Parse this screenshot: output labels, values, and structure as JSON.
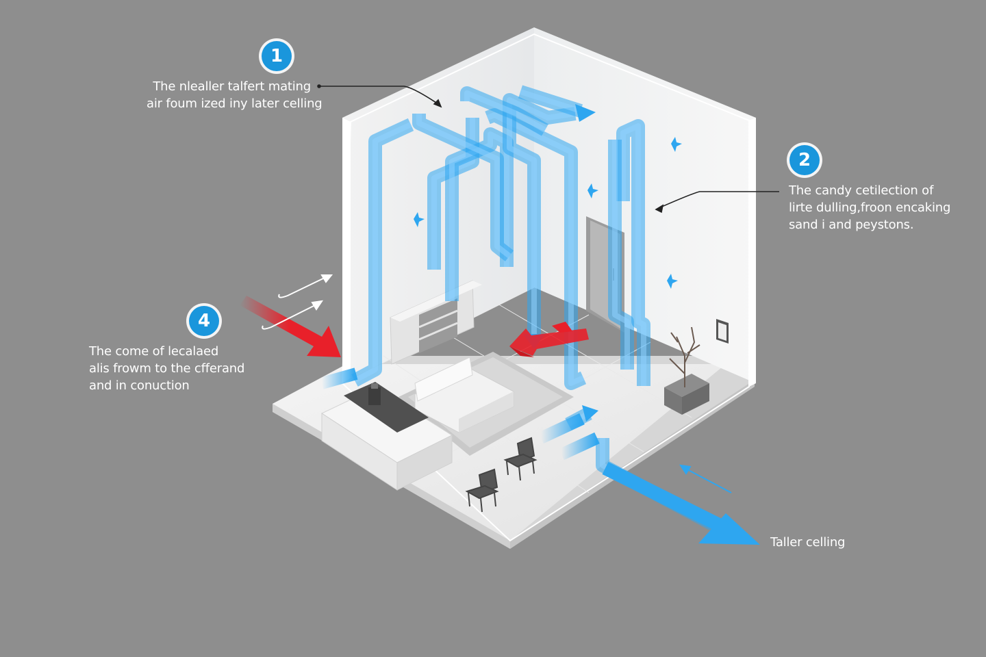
{
  "callouts": [
    {
      "number": "1",
      "lines": [
        "The nlealler talfert mating",
        "air foum ized iny later celling"
      ]
    },
    {
      "number": "2",
      "lines": [
        "The candy cetilection of",
        "lirte dulling,froon encaking",
        "sand i and peystons."
      ]
    },
    {
      "number": "4",
      "lines": [
        "The come of lecalaed",
        "alis frowm to the cfferand",
        "and in conuction"
      ]
    }
  ],
  "bottom_label": "Taller celling",
  "colors": {
    "background": "#8e8e8e",
    "airflow": "#2ea6f0",
    "warm_air": "#e8202a",
    "badge": "#1a96dc",
    "text": "#ffffff"
  },
  "icons": [
    "airflow-duct-icon",
    "warm-air-arrow-icon",
    "sparkle-icon",
    "leader-arrow-icon"
  ]
}
